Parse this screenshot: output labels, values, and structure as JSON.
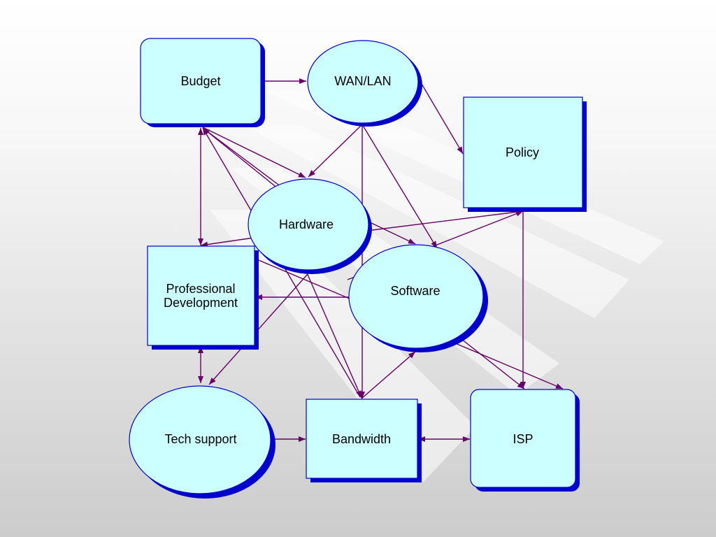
{
  "diagram": {
    "colors": {
      "node_fill": "#ccffff",
      "node_stroke": "#0000cc",
      "node_shadow": "#0000cc",
      "edge": "#660066",
      "background_top": "#ffffff",
      "background_bottom": "#cfcfcf",
      "stripe": "#ffffff"
    },
    "nodes": [
      {
        "id": "budget",
        "label": "Budget",
        "shape": "rounded-rect"
      },
      {
        "id": "wanlan",
        "label": "WAN/LAN",
        "shape": "ellipse"
      },
      {
        "id": "policy",
        "label": "Policy",
        "shape": "rect"
      },
      {
        "id": "hardware",
        "label": "Hardware",
        "shape": "ellipse"
      },
      {
        "id": "profdev",
        "label_lines": [
          "Professional",
          "Development"
        ],
        "shape": "rect"
      },
      {
        "id": "software",
        "label": "Software",
        "shape": "ellipse"
      },
      {
        "id": "techsupport",
        "label": "Tech support",
        "shape": "ellipse"
      },
      {
        "id": "bandwidth",
        "label": "Bandwidth",
        "shape": "rect"
      },
      {
        "id": "isp",
        "label": "ISP",
        "shape": "rounded-rect"
      }
    ],
    "edges": [
      {
        "from": "budget",
        "to": "wanlan"
      },
      {
        "from": "wanlan",
        "to": "policy"
      },
      {
        "from": "wanlan",
        "to": "hardware"
      },
      {
        "from": "wanlan",
        "to": "bandwidth"
      },
      {
        "from": "wanlan",
        "to": "software"
      },
      {
        "from": "budget",
        "to": "hardware"
      },
      {
        "from": "budget",
        "to": "profdev",
        "bidirectional": true
      },
      {
        "from": "hardware",
        "to": "budget"
      },
      {
        "from": "software",
        "to": "budget"
      },
      {
        "from": "bandwidth",
        "to": "budget"
      },
      {
        "from": "hardware",
        "to": "profdev"
      },
      {
        "from": "hardware",
        "to": "software"
      },
      {
        "from": "hardware",
        "to": "policy"
      },
      {
        "from": "hardware",
        "to": "bandwidth"
      },
      {
        "from": "software",
        "to": "profdev"
      },
      {
        "from": "software",
        "to": "isp"
      },
      {
        "from": "policy",
        "to": "isp"
      },
      {
        "from": "profdev",
        "to": "isp"
      },
      {
        "from": "profdev",
        "to": "techsupport",
        "bidirectional": true
      },
      {
        "from": "hardware",
        "to": "techsupport"
      },
      {
        "from": "techsupport",
        "to": "bandwidth"
      },
      {
        "from": "bandwidth",
        "to": "software"
      },
      {
        "from": "bandwidth",
        "to": "isp",
        "bidirectional": true
      },
      {
        "from": "software",
        "to": "policy"
      }
    ]
  }
}
